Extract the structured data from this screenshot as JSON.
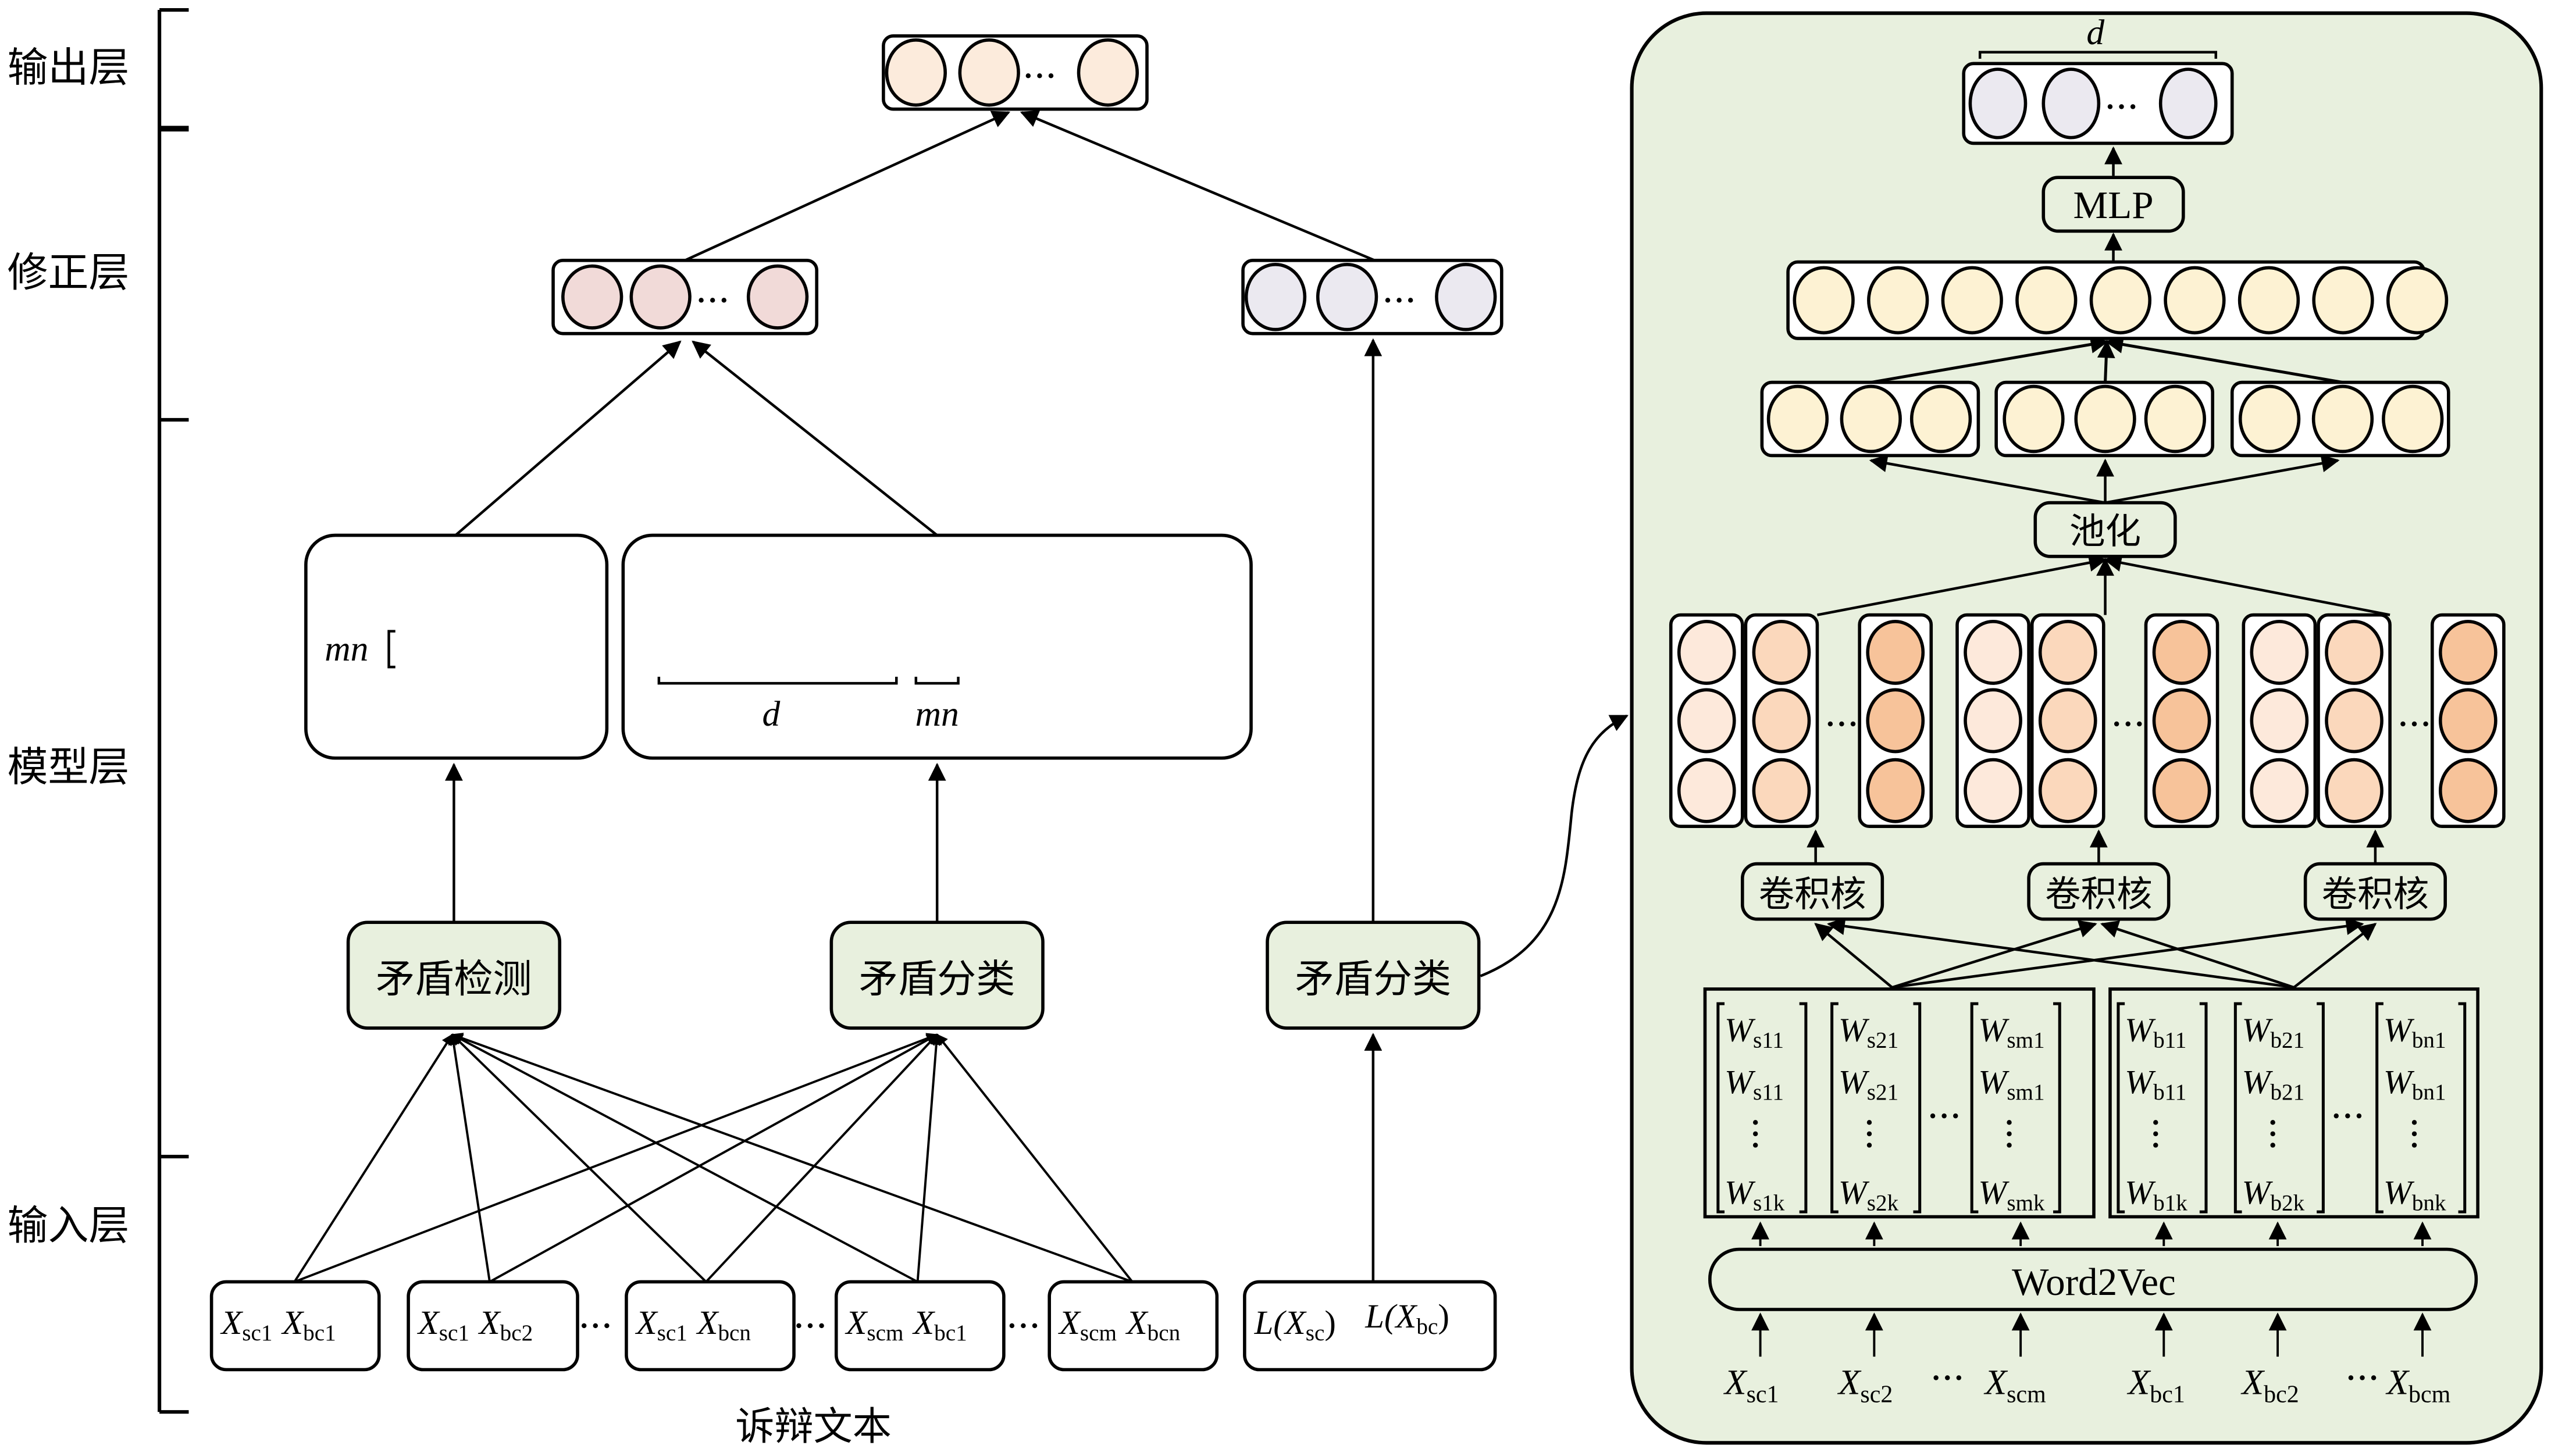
{
  "layers": {
    "output": "输出层",
    "correction": "修正层",
    "model": "模型层",
    "input": "输入层"
  },
  "modules": {
    "detection": "矛盾检测",
    "classification_left": "矛盾分类",
    "classification_right": "矛盾分类",
    "pooling": "池化",
    "conv_kernel": "卷积核",
    "mlp": "MLP",
    "word2vec": "Word2Vec"
  },
  "annotations": {
    "mn_left": "mn",
    "d_bottom": "d",
    "mn_bottom": "mn",
    "d_top_right": "d",
    "dots": "…",
    "caption": "诉辩文本"
  },
  "input_pairs": [
    {
      "a": "X",
      "a_sub": "sc1",
      "b": "X",
      "b_sub": "bc1"
    },
    {
      "a": "X",
      "a_sub": "sc1",
      "b": "X",
      "b_sub": "bc2"
    },
    {
      "a": "X",
      "a_sub": "sc1",
      "b": "X",
      "b_sub": "bcn"
    },
    {
      "a": "X",
      "a_sub": "scm",
      "b": "X",
      "b_sub": "bc1"
    },
    {
      "a": "X",
      "a_sub": "scm",
      "b": "X",
      "b_sub": "bcn"
    }
  ],
  "label_input": {
    "a": "L(X",
    "a_sub": "sc",
    "a_end": ")",
    "b": "L(X",
    "b_sub": "bc",
    "b_end": ")"
  },
  "matrices": [
    {
      "rows": [
        [
          "W",
          "s11"
        ],
        [
          "W",
          "s11"
        ],
        [
          "W",
          "s1k"
        ]
      ]
    },
    {
      "rows": [
        [
          "W",
          "s21"
        ],
        [
          "W",
          "s21"
        ],
        [
          "W",
          "s2k"
        ]
      ]
    },
    {
      "rows": [
        [
          "W",
          "sm1"
        ],
        [
          "W",
          "sm1"
        ],
        [
          "W",
          "smk"
        ]
      ]
    },
    {
      "rows": [
        [
          "W",
          "b11"
        ],
        [
          "W",
          "b11"
        ],
        [
          "W",
          "b1k"
        ]
      ]
    },
    {
      "rows": [
        [
          "W",
          "b21"
        ],
        [
          "W",
          "b21"
        ],
        [
          "W",
          "b2k"
        ]
      ]
    },
    {
      "rows": [
        [
          "W",
          "bn1"
        ],
        [
          "W",
          "bn1"
        ],
        [
          "W",
          "bnk"
        ]
      ]
    }
  ],
  "word_inputs": [
    {
      "x": "X",
      "sub": "sc1"
    },
    {
      "x": "X",
      "sub": "sc2"
    },
    {
      "x": "X",
      "sub": "scm"
    },
    {
      "x": "X",
      "sub": "bc1"
    },
    {
      "x": "X",
      "sub": "bc2"
    },
    {
      "x": "X",
      "sub": "bcm"
    }
  ],
  "colors": {
    "panel_bg": "#e8f0de",
    "module_bg": "#e8f0de",
    "output_node": "#fcebdc",
    "correction_left_node": "#f1dad8",
    "vector_node": "#ebe9f0",
    "detection_node": "#e6eedb",
    "pooled_node": "#fdf2d3",
    "conv_light": "#fde9db",
    "conv_mid": "#fbd8bc",
    "conv_dark": "#f7c39a"
  }
}
